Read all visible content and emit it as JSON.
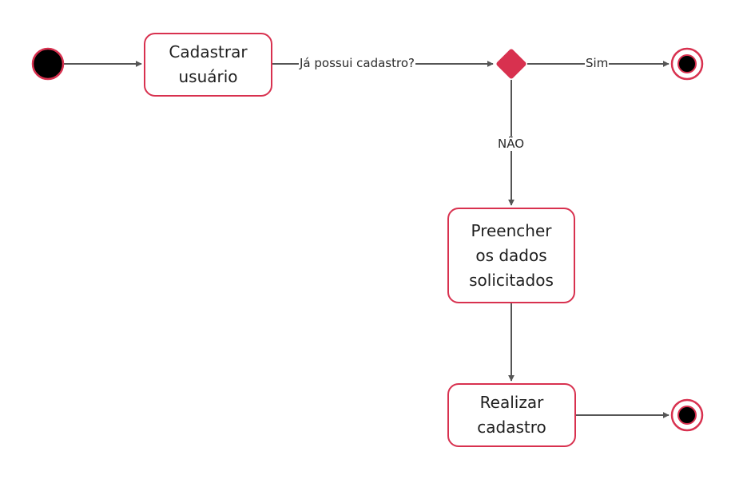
{
  "diagram": {
    "nodes": {
      "cadastrar_usuario": "Cadastrar\nusuário",
      "preencher_dados": "Preencher\nos dados\nsolicitados",
      "realizar_cadastro": "Realizar\ncadastro"
    },
    "edge_labels": {
      "question": "Já possui cadastro?",
      "yes": "Sim",
      "no": "NÃO"
    },
    "colors": {
      "accent": "#d8314f",
      "line": "#555555",
      "node_fill": "#000000",
      "text": "#1f1f1f"
    }
  }
}
